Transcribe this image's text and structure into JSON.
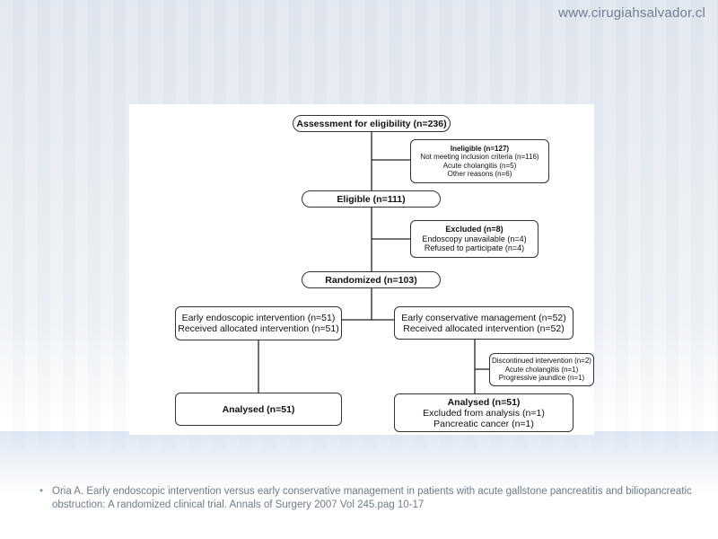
{
  "header": {
    "site_url": "www.cirugiahsalvador.cl"
  },
  "flowchart": {
    "assessment": "Assessment for eligibility (n=236)",
    "ineligible": {
      "title": "Ineligible (n=127)",
      "lines": [
        "Not meeting inclusion criteria (n=116)",
        "Acute cholangitis (n=5)",
        "Other reasons (n=6)"
      ]
    },
    "eligible": "Eligible (n=111)",
    "excluded": {
      "title": "Excluded (n=8)",
      "lines": [
        "Endoscopy unavailable (n=4)",
        "Refused to participate (n=4)"
      ]
    },
    "randomized": "Randomized (n=103)",
    "early_endoscopic": {
      "line1": "Early endoscopic intervention (n=51)",
      "line2": "Received allocated intervention (n=51)"
    },
    "early_conservative": {
      "line1": "Early conservative management (n=52)",
      "line2": "Received allocated intervention (n=52)"
    },
    "discontinued": {
      "lines": [
        "Discontinued intervention (n=2)",
        "Acute cholangitis (n=1)",
        "Progressive jaundice (n=1)"
      ]
    },
    "analysed_left": "Analysed (n=51)",
    "analysed_right": {
      "title": "Analysed (n=51)",
      "lines": [
        "Excluded from analysis (n=1)",
        "Pancreatic cancer (n=1)"
      ]
    }
  },
  "citation": {
    "bullet": "•",
    "text": "Oria A. Early endoscopic intervention versus early conservative management in patients with acute gallstone pancreatitis and biliopancreatic obstruction:  A randomized  clinical trial. Annals of Surgery 2007 Vol 245.pag 10-17"
  }
}
